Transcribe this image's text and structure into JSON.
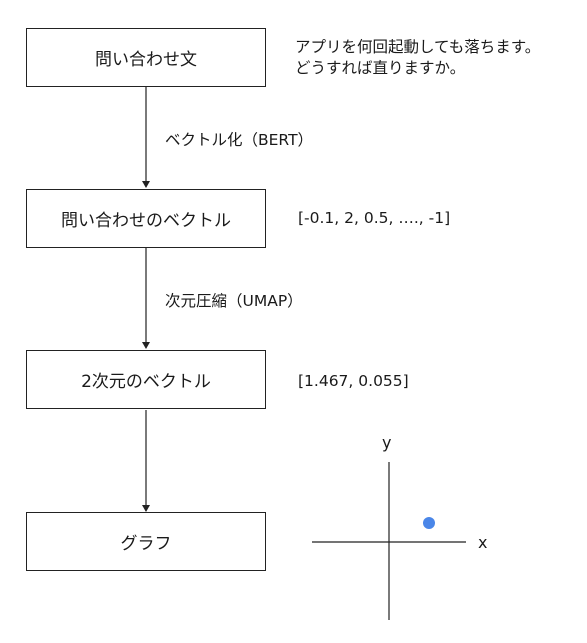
{
  "boxes": {
    "query_text": "問い合わせ文",
    "query_vector": "問い合わせのベクトル",
    "vector_2d": "2次元のベクトル",
    "graph": "グラフ"
  },
  "edges": {
    "vectorize": "ベクトル化（BERT）",
    "reduce": "次元圧縮（UMAP）"
  },
  "notes": {
    "query_line1": "アプリを何回起動しても落ちます。",
    "query_line2": "どうすれば直りますか。",
    "vector_values": "[-0.1, 2, 0.5, …., -1]",
    "vector_2d_values": "[1.467, 0.055]"
  },
  "plot": {
    "x_label": "x",
    "y_label": "y",
    "point_color": "#4a86e8",
    "point": [
      1.467,
      0.055
    ]
  }
}
